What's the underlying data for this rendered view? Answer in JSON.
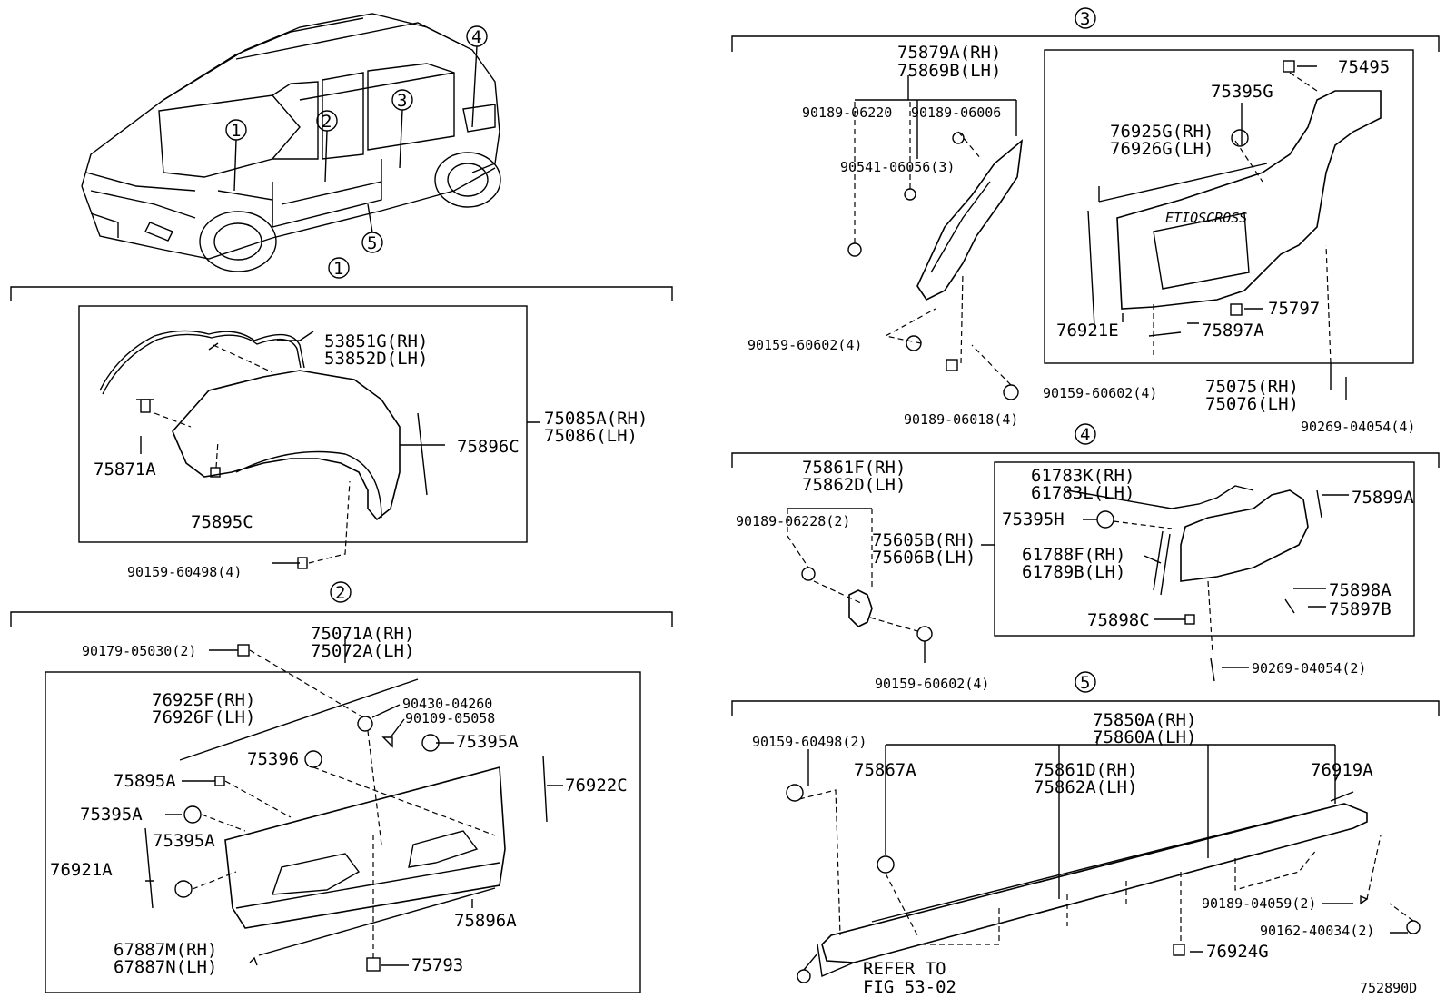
{
  "figure_id": "752890D",
  "car_callouts": [
    "1",
    "2",
    "3",
    "4",
    "5"
  ],
  "section1": {
    "num": "1",
    "parts": {
      "molding_rh": "53851G(RH)",
      "molding_lh": "53852D(LH)",
      "flare_rh": "75085A(RH)",
      "flare_lh": "75086(LH)",
      "clip_a": "75871A",
      "clip_c": "75895C",
      "strip_c": "75896C",
      "screw": "90159-60498(4)"
    }
  },
  "section2": {
    "num": "2",
    "parts": {
      "assy_rh": "75071A(RH)",
      "assy_lh": "75072A(LH)",
      "nut": "90179-05030(2)",
      "tape_rh": "76925F(RH)",
      "tape_lh": "76926F(LH)",
      "p1": "90430-04260",
      "p2": "90109-05058",
      "clip_395a_top": "75395A",
      "clip_396": "75396",
      "clip_895a": "75895A",
      "clip_395a_l1": "75395A",
      "clip_395a_l2": "75395A",
      "strip_921a": "76921A",
      "strip_922c": "76922C",
      "strip_896a": "75896A",
      "mud_rh": "67887M(RH)",
      "mud_lh": "67887N(LH)",
      "clip_793": "75793"
    }
  },
  "section3": {
    "num": "3",
    "parts": {
      "brk_rh": "75879A(RH)",
      "brk_lh": "75869B(LH)",
      "s1": "90189-06220",
      "s2": "90189-06006",
      "s3": "90541-06056(3)",
      "s4": "90159-60602(4)",
      "s5": "90159-60602(4)",
      "s6": "90189-06018(4)",
      "clip_495": "75495",
      "clip_395g": "75395G",
      "tape_rh": "76925G(RH)",
      "tape_lh": "76926G(LH)",
      "strip_921e": "76921E",
      "clip_797": "75797",
      "strip_897a": "75897A",
      "assy_rh": "75075(RH)",
      "assy_lh": "75076(LH)",
      "rivet": "90269-04054(4)"
    }
  },
  "section4": {
    "num": "4",
    "parts": {
      "brk_rh": "75861F(RH)",
      "brk_lh": "75862D(LH)",
      "s1": "90189-06228(2)",
      "s2": "90159-60602(4)",
      "assy_rh": "75605B(RH)",
      "assy_lh": "75606B(LH)",
      "mold_rh": "61783K(RH)",
      "mold_lh": "61783L(LH)",
      "clip_395h": "75395H",
      "seal_rh": "61788F(RH)",
      "seal_lh": "61789B(LH)",
      "clip_898c": "75898C",
      "strip_899a": "75899A",
      "strip_898a": "75898A",
      "strip_897b": "75897B",
      "rivet": "90269-04054(2)"
    }
  },
  "section5": {
    "num": "5",
    "parts": {
      "assy_rh": "75850A(RH)",
      "assy_lh": "75860A(LH)",
      "screw": "90159-60498(2)",
      "clip_867a": "75867A",
      "mold_rh": "75861D(RH)",
      "mold_lh": "75862A(LH)",
      "strip_919a": "76919A",
      "s1": "90189-04059(2)",
      "s2": "90162-40034(2)",
      "clip_924g": "76924G",
      "refer1": "REFER TO",
      "refer2": "FIG 53-02"
    }
  }
}
